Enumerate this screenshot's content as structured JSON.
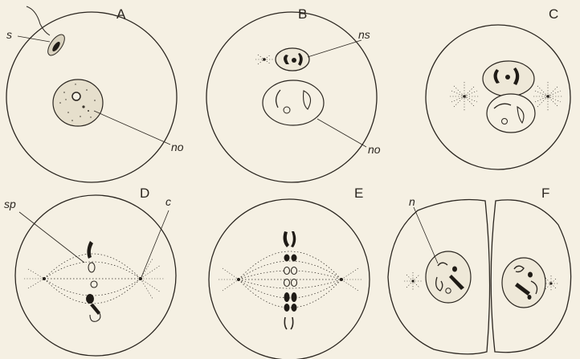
{
  "figure": {
    "panels": [
      {
        "label": "A",
        "callouts": [
          {
            "text": "s"
          },
          {
            "text": "no"
          }
        ]
      },
      {
        "label": "B",
        "callouts": [
          {
            "text": "ns"
          },
          {
            "text": "no"
          }
        ]
      },
      {
        "label": "C",
        "callouts": []
      },
      {
        "label": "D",
        "callouts": [
          {
            "text": "sp"
          },
          {
            "text": "c"
          }
        ]
      },
      {
        "label": "E",
        "callouts": []
      },
      {
        "label": "F",
        "callouts": [
          {
            "text": "n"
          }
        ]
      }
    ]
  },
  "colors": {
    "background": "#f5f0e3",
    "ink": "#2b2620"
  }
}
